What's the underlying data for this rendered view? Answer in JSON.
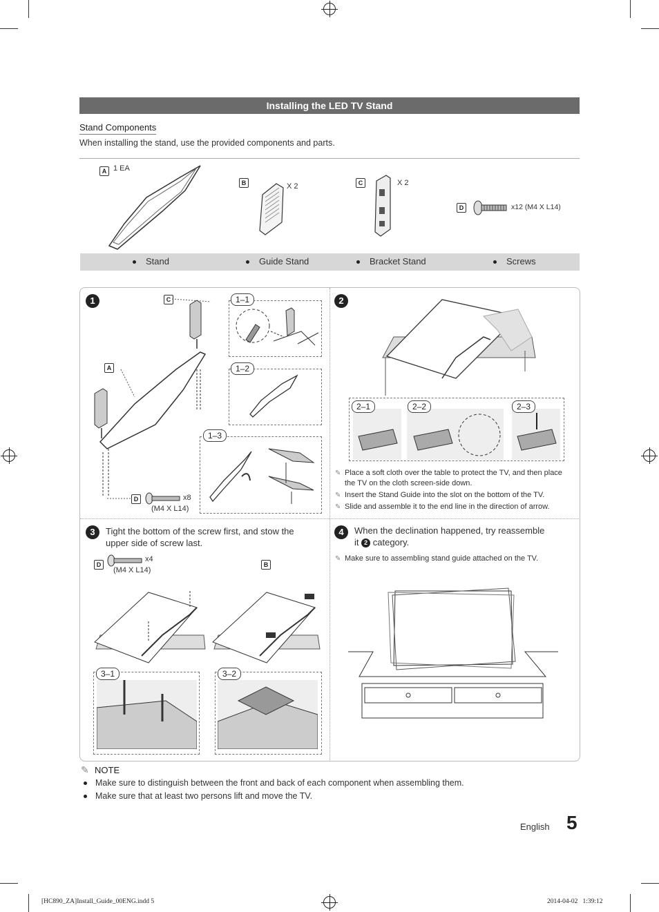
{
  "header": {
    "title": "Installing the LED TV Stand"
  },
  "section": {
    "heading": "Stand Components",
    "intro": "When installing the stand, use the provided components and parts."
  },
  "components": {
    "a": {
      "tag": "A",
      "qty": "1 EA",
      "name": "Stand"
    },
    "b": {
      "tag": "B",
      "qty": "X 2",
      "name": "Guide Stand"
    },
    "c": {
      "tag": "C",
      "qty": "X 2",
      "name": "Bracket Stand"
    },
    "d": {
      "tag": "D",
      "qty": "x12 (M4 X L14)",
      "name": "Screws"
    }
  },
  "step1": {
    "num": "1",
    "subs": [
      "1–1",
      "1–2",
      "1–3"
    ],
    "screw_qty": "x8",
    "screw_size": "(M4 X L14)"
  },
  "step2": {
    "num": "2",
    "subs": [
      "2–1",
      "2–2",
      "2–3"
    ],
    "notes": [
      "Place a soft cloth over the table to protect the TV, and then place the TV on the cloth screen-side down.",
      "Insert the Stand Guide into the slot on the bottom of the TV.",
      "Slide and assemble it to the end line in the direction of arrow."
    ]
  },
  "step3": {
    "num": "3",
    "text": "Tight the bottom of the screw first, and stow the upper side of screw last.",
    "screw_qty": "x4",
    "screw_size": "(M4 X L14)",
    "subs": [
      "3–1",
      "3–2"
    ]
  },
  "step4": {
    "num": "4",
    "text_a": "When the declination happened, try reassemble",
    "text_b": "it",
    "ref_num": "2",
    "text_c": "category.",
    "note": "Make sure to assembling stand guide attached on the TV."
  },
  "note": {
    "label": "NOTE",
    "items": [
      "Make sure to distinguish between the front and back of each component when assembling them.",
      "Make sure that at least two persons lift and move the TV."
    ]
  },
  "footer": {
    "language": "English",
    "page": "5",
    "file": "[HC890_ZA]Install_Guide_00ENG.indd   5",
    "date": "2014-04-02     1:39:12"
  }
}
